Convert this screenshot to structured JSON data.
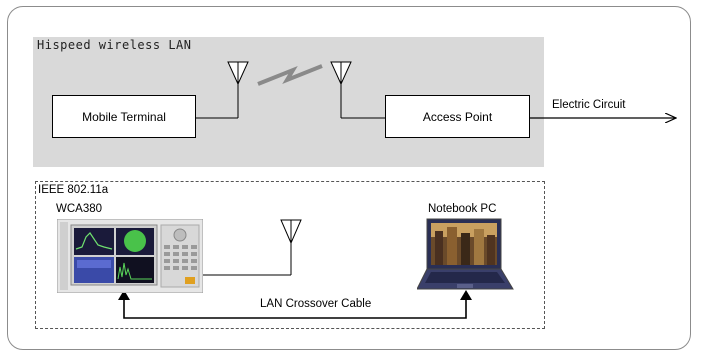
{
  "wireless_lan": {
    "title": "Hispeed wireless LAN",
    "mobile_terminal": "Mobile Terminal",
    "access_point": "Access Point",
    "electric_circuit": "Electric Circuit"
  },
  "test_setup": {
    "title": "IEEE 802.11a",
    "analyzer": "WCA380",
    "notebook": "Notebook PC",
    "cable": "LAN Crossover Cable"
  },
  "colors": {
    "panel_fill": "#d9d9d9",
    "frame_border": "#8c8c8c"
  }
}
